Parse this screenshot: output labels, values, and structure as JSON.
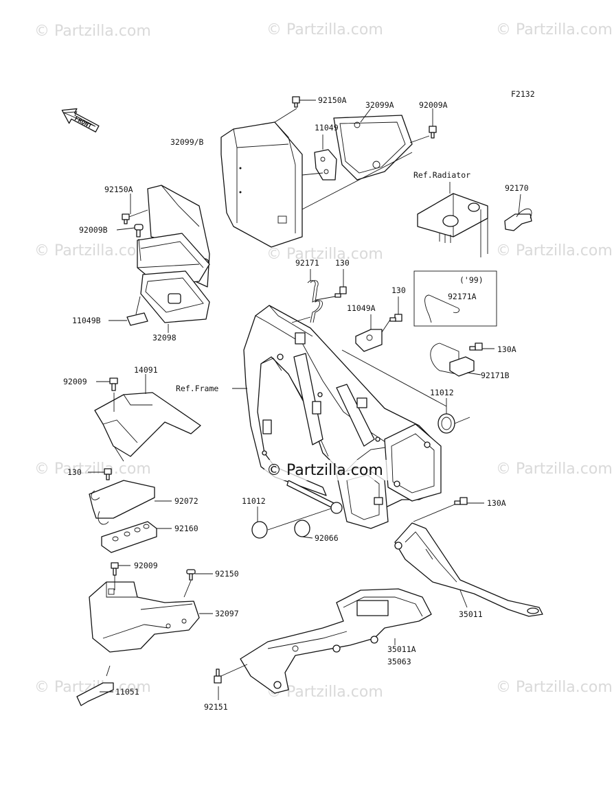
{
  "diagram_code": "F2132",
  "front_arrow_label": "FRONT",
  "watermark": "© Partzilla.com",
  "center_watermark": "© Partzilla.com",
  "year_note": "('99)",
  "references": {
    "radiator": "Ref.Radiator",
    "frame": "Ref.Frame"
  },
  "part_labels": [
    "92150A",
    "32099A",
    "92009A",
    "32099/B",
    "11049",
    "92150A",
    "92009B",
    "11049B",
    "32098",
    "92170",
    "92171",
    "130",
    "130",
    "11049A",
    "92171A",
    "130A",
    "92171B",
    "92009",
    "14091",
    "11012",
    "130",
    "92072",
    "92160",
    "11012",
    "92066",
    "130A",
    "92009",
    "92150",
    "32097",
    "35011",
    "35011A",
    "35063",
    "11051",
    "92151"
  ]
}
